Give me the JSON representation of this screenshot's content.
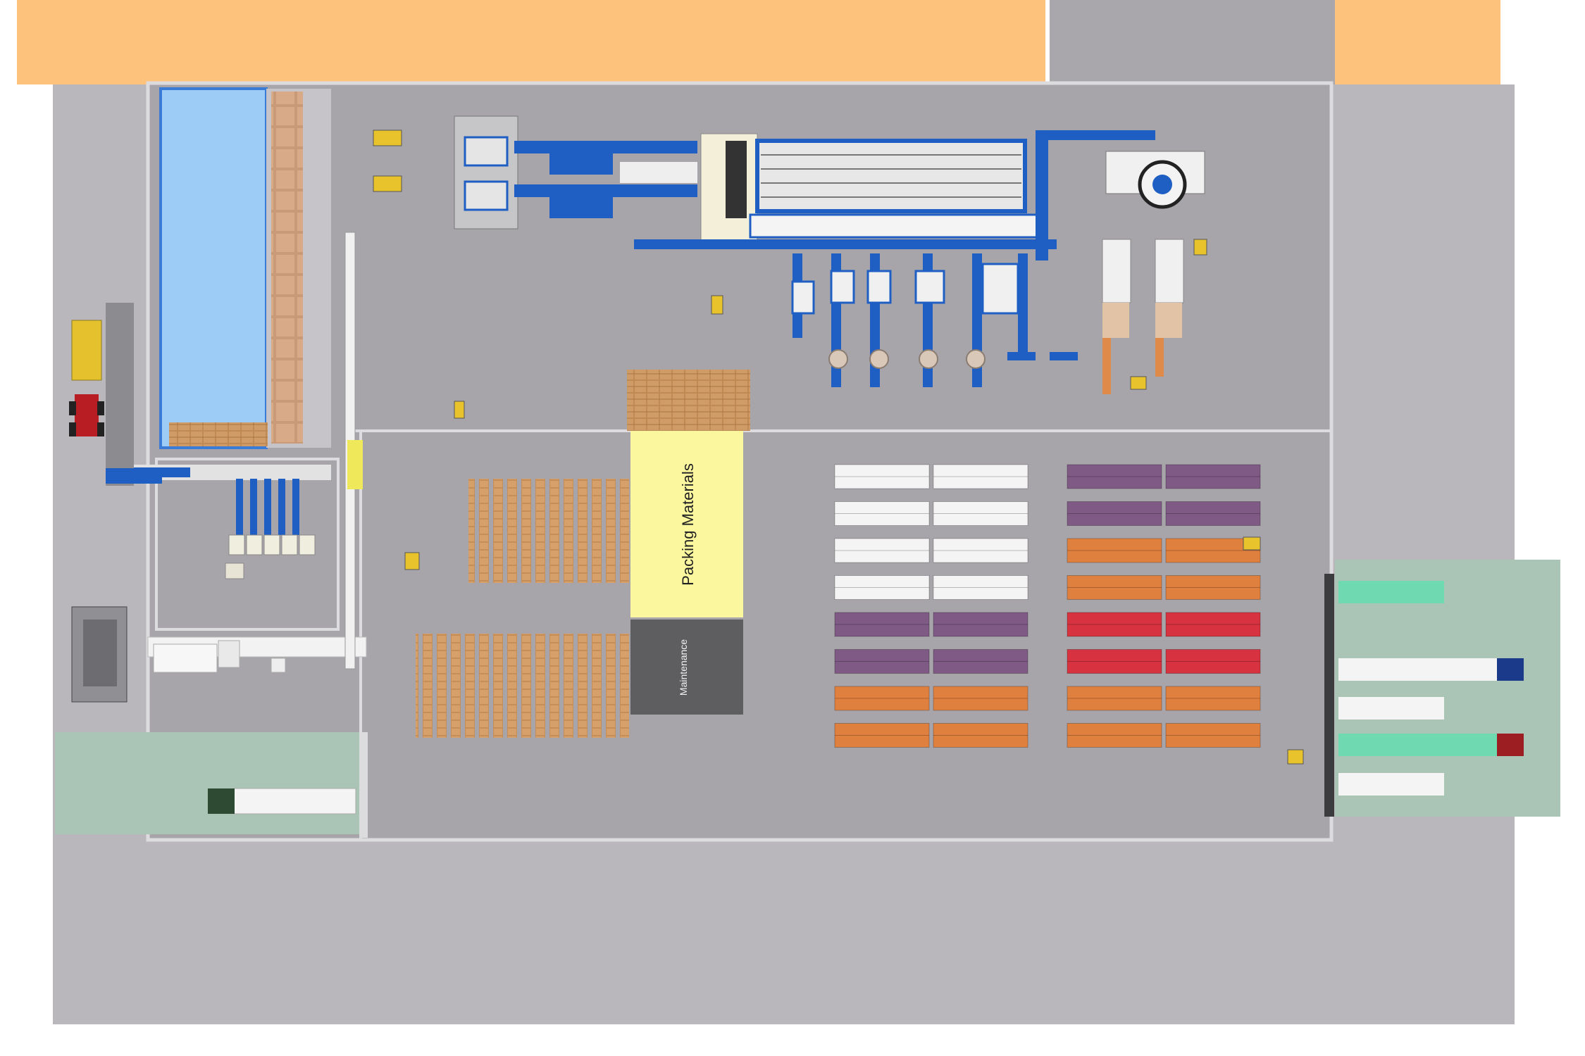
{
  "zones": {
    "packing_materials": "Packing Materials",
    "maintenance": "Maintenance"
  },
  "colors": {
    "background": "#ffffff",
    "ground": "#b9b7bc",
    "floor": "#a7a5aa",
    "wall": "#d9d8da",
    "orange_building": "#fdc27b",
    "packing_zone": "#fbf79e",
    "maintenance_zone": "#5e5d60",
    "conveyor_blue": "#1f5fc4",
    "box_brown": "#c08a55",
    "dock_green": "#aac5b5",
    "teal_trailer": "#6fd9b2",
    "stack_white": "#f4f4f4",
    "stack_purple": "#7e5a85",
    "stack_orange": "#e0803f",
    "stack_red": "#d6323f",
    "forklift_yellow": "#e9c32b"
  },
  "storage_rows": {
    "left_block": [
      "white",
      "white",
      "white",
      "white",
      "purple",
      "purple",
      "orange",
      "orange"
    ],
    "right_block": [
      "purple",
      "purple",
      "orange",
      "orange",
      "red",
      "red",
      "orange",
      "orange"
    ]
  },
  "icons": [
    "forklift-icon",
    "truck-icon",
    "tractor-icon",
    "tank-icon"
  ]
}
